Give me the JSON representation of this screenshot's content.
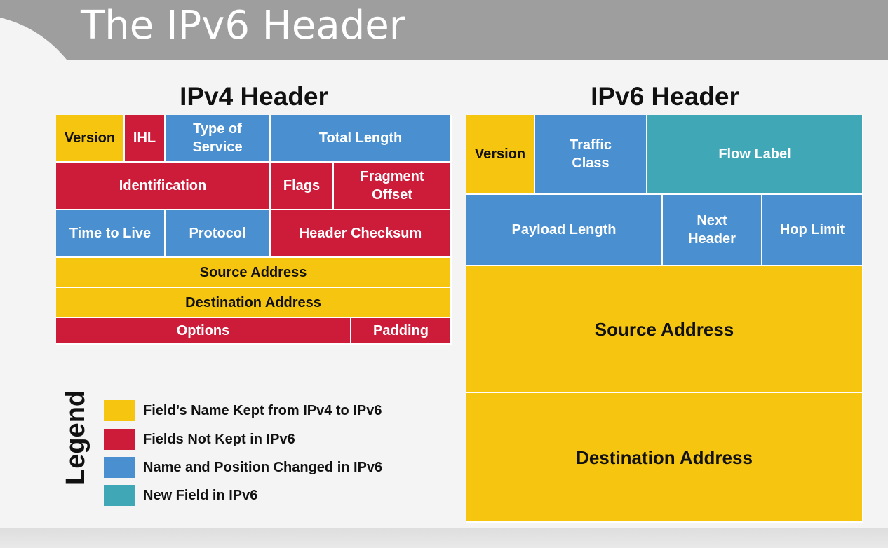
{
  "slide_title": "The IPv6 Header",
  "colors": {
    "kept": "#f6c510",
    "removed": "#cd1b3a",
    "changed": "#4a8fd0",
    "new": "#3fa7b6"
  },
  "ipv4": {
    "title": "IPv4 Header",
    "fields": [
      {
        "label": "Version",
        "category": "kept"
      },
      {
        "label": "IHL",
        "category": "removed"
      },
      {
        "label": "Type of\nService",
        "category": "changed"
      },
      {
        "label": "Total Length",
        "category": "changed"
      },
      {
        "label": "Identification",
        "category": "removed"
      },
      {
        "label": "Flags",
        "category": "removed"
      },
      {
        "label": "Fragment\nOffset",
        "category": "removed"
      },
      {
        "label": "Time to Live",
        "category": "changed"
      },
      {
        "label": "Protocol",
        "category": "changed"
      },
      {
        "label": "Header Checksum",
        "category": "removed"
      },
      {
        "label": "Source Address",
        "category": "kept"
      },
      {
        "label": "Destination Address",
        "category": "kept"
      },
      {
        "label": "Options",
        "category": "removed"
      },
      {
        "label": "Padding",
        "category": "removed"
      }
    ]
  },
  "ipv6": {
    "title": "IPv6 Header",
    "fields": [
      {
        "label": "Version",
        "category": "kept"
      },
      {
        "label": "Traffic\nClass",
        "category": "changed"
      },
      {
        "label": "Flow Label",
        "category": "new"
      },
      {
        "label": "Payload Length",
        "category": "changed"
      },
      {
        "label": "Next\nHeader",
        "category": "changed"
      },
      {
        "label": "Hop Limit",
        "category": "changed"
      },
      {
        "label": "Source Address",
        "category": "kept"
      },
      {
        "label": "Destination Address",
        "category": "kept"
      }
    ]
  },
  "legend": {
    "title": "Legend",
    "items": [
      {
        "label": "Field’s Name Kept from IPv4 to IPv6",
        "category": "kept"
      },
      {
        "label": "Fields Not Kept in IPv6",
        "category": "removed"
      },
      {
        "label": "Name and Position Changed in IPv6",
        "category": "changed"
      },
      {
        "label": "New Field in IPv6",
        "category": "new"
      }
    ]
  }
}
